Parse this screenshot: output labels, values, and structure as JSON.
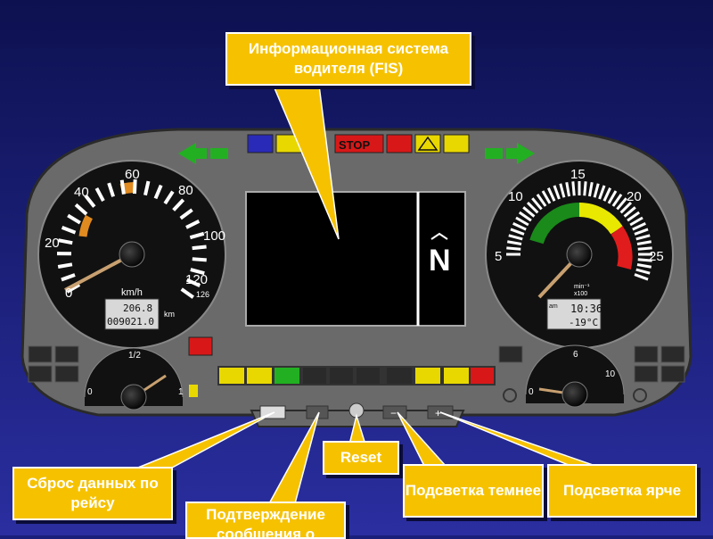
{
  "callouts": {
    "fis": "Информационная система водителя (FIS)",
    "trip_reset": "Сброс данных по рейсу",
    "confirm": "Подтверждение сообщения о",
    "reset": "Reset",
    "dimmer": "Подсветка темнее",
    "brighter": "Подсветка ярче"
  },
  "speedometer": {
    "ticks": [
      "0",
      "20",
      "40",
      "60",
      "80",
      "100",
      "120"
    ],
    "inner_tick": "126",
    "unit": "km/h",
    "odo_trip": "206.8",
    "odo_total": "009021.0",
    "odo_unit": "km"
  },
  "tachometer": {
    "ticks": [
      "5",
      "10",
      "15",
      "20",
      "25"
    ],
    "unit": "min⁻¹",
    "multiplier": "x100",
    "clock_label": "am",
    "time": "10:36",
    "temp": "-19°C"
  },
  "fuel_gauge": {
    "ticks": [
      "0",
      "1/2",
      "1"
    ]
  },
  "small_gauge": {
    "ticks": [
      "0",
      "6",
      "10"
    ]
  },
  "display": {
    "gear": "N"
  },
  "warning_bar": {
    "stop": "STOP"
  },
  "buttons": {
    "minus": "−",
    "plus": "+"
  },
  "colors": {
    "background": "#1a1f7a",
    "callout": "#f6c200",
    "panel": "#5a5a5a",
    "arrow": "#22b022"
  }
}
